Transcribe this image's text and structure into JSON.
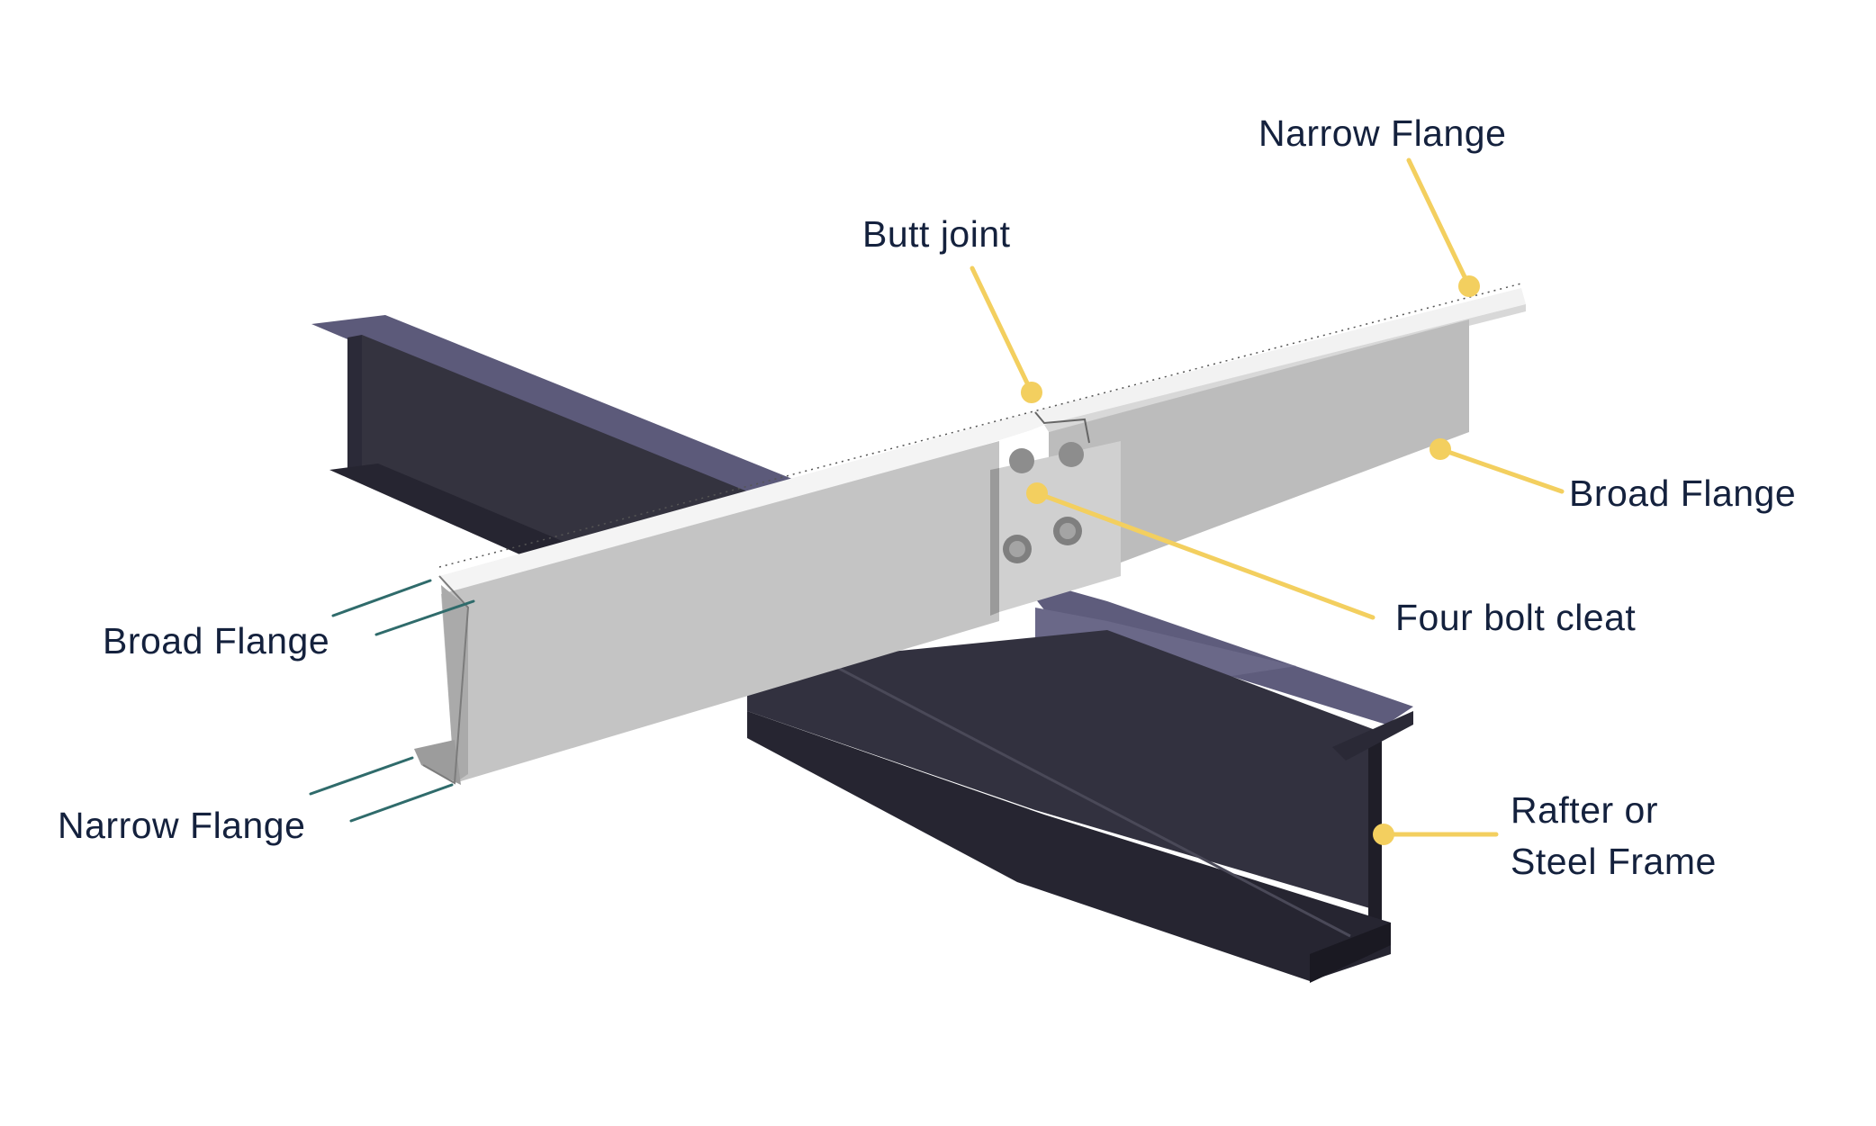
{
  "labels": {
    "narrow_flange_top": "Narrow Flange",
    "butt_joint": "Butt joint",
    "broad_flange_right": "Broad Flange",
    "four_bolt_cleat": "Four bolt cleat",
    "broad_flange_left": "Broad Flange",
    "narrow_flange_left": "Narrow Flange",
    "rafter_line1": "Rafter or",
    "rafter_line2": "Steel Frame"
  },
  "colors": {
    "background": "#ffffff",
    "label_text": "#14213d",
    "callout_yellow": "#f3cf5f",
    "callout_teal": "#2f6b6b",
    "steel_frame_dark": "#2e2d3b",
    "steel_frame_top": "#5c5a7a",
    "purlin_light": "#f5f5f5",
    "purlin_mid": "#bdbdbd",
    "purlin_shadow": "#9a9a9a",
    "bolt": "#8d8d8d"
  }
}
